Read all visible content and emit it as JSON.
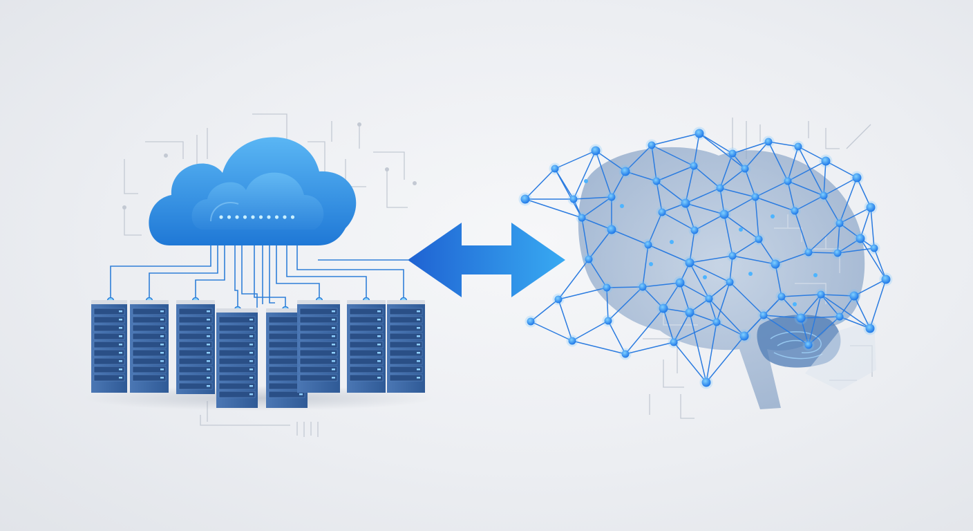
{
  "scene": {
    "left_group": "cloud-server-cluster",
    "right_group": "neural-network-brain",
    "connector": "bidirectional-arrow",
    "server_rack_count": 8,
    "colors": {
      "background": "#eceef2",
      "cloud_light": "#4aa8f0",
      "cloud_dark": "#1f78d6",
      "server_body": "#3f6aa8",
      "server_panel": "#2a4f86",
      "server_top": "#d7dbe2",
      "connector_line": "#2f7fd8",
      "node": "#1e7ff0",
      "node_glow": "#6fc4ff",
      "brain_fill": "#8aa6c8",
      "circuit_line": "#b8c0cc",
      "arrow_start": "#2266d6",
      "arrow_end": "#35a6f0"
    }
  }
}
